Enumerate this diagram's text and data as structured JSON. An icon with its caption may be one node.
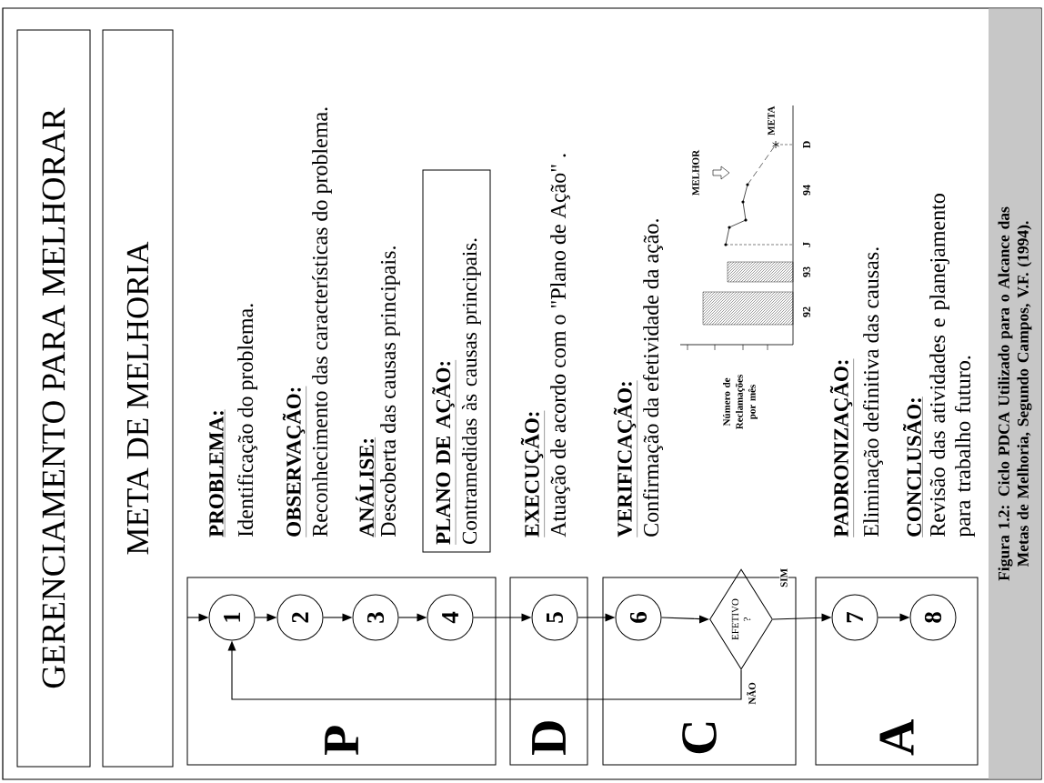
{
  "diagram": {
    "caption": "Figura 1.2: Ciclo PDCA Utilizado para o Alcance das Metas de Melhoria, Segundo Campos, V.F. (1994).",
    "nodes": [
      {
        "text": [
          "GERENCIAMENTO PARA MELHORAR"
        ]
      },
      {
        "text": [
          "META DE MELHORIA"
        ]
      },
      {
        "text": [
          "P"
        ]
      },
      {
        "text": [
          "1"
        ],
        "in": 2
      },
      {
        "text": [
          "2"
        ],
        "in": 2
      },
      {
        "text": [
          "3"
        ],
        "in": 2
      },
      {
        "text": [
          "4"
        ],
        "in": 2
      },
      {
        "text": [
          "D"
        ]
      },
      {
        "text": [
          "5"
        ],
        "in": 7
      },
      {
        "text": [
          "C"
        ]
      },
      {
        "text": [
          "6"
        ],
        "in": 9
      },
      {
        "text": [
          "EFETIVO ?"
        ],
        "in": 9
      },
      {
        "text": [
          "A"
        ]
      },
      {
        "text": [
          "7"
        ],
        "in": 12
      },
      {
        "text": [
          "8"
        ],
        "in": 12
      },
      {
        "text": [
          "PLANO DE AÇÃO:",
          "Contramedidas às causas principais."
        ]
      }
    ],
    "edges": [
      {
        "from": null,
        "to": 3,
        "arrow": "to"
      },
      {
        "from": 3,
        "to": 4,
        "arrow": "to"
      },
      {
        "from": 4,
        "to": 5,
        "arrow": "to"
      },
      {
        "from": 5,
        "to": 6,
        "arrow": "to"
      },
      {
        "from": 6,
        "to": 8,
        "arrow": "to"
      },
      {
        "from": 8,
        "to": 10,
        "arrow": "to"
      },
      {
        "from": 10,
        "to": 11,
        "arrow": "to"
      },
      {
        "from": 11,
        "to": 13,
        "arrow": "to",
        "label": "SIM"
      },
      {
        "from": 11,
        "to": 3,
        "arrow": "to",
        "label": "NÃO"
      },
      {
        "from": 13,
        "to": 14,
        "arrow": "to"
      }
    ],
    "labels": [
      "PROBLEMA:",
      "Identificação do problema.",
      "OBSERVAÇÃO:",
      "Reconhecimento das características do problema.",
      "ANÁLISE:",
      "Descoberta das causas principais.",
      "EXECUÇÃO:",
      "Atuação de acordo com o \"Plano de Ação\" .",
      "VERIFICAÇÃO:",
      "Confirmação da efetividade da ação.",
      "Número de Reclamações por mês",
      "MELHOR",
      "META",
      "92",
      "93",
      "J",
      "94",
      "D",
      "PADRONIZAÇÃO:",
      "Eliminação definitiva das causas.",
      "CONCLUSÃO:",
      "Revisão das atividades e planejamento para trabalho futuro."
    ]
  }
}
